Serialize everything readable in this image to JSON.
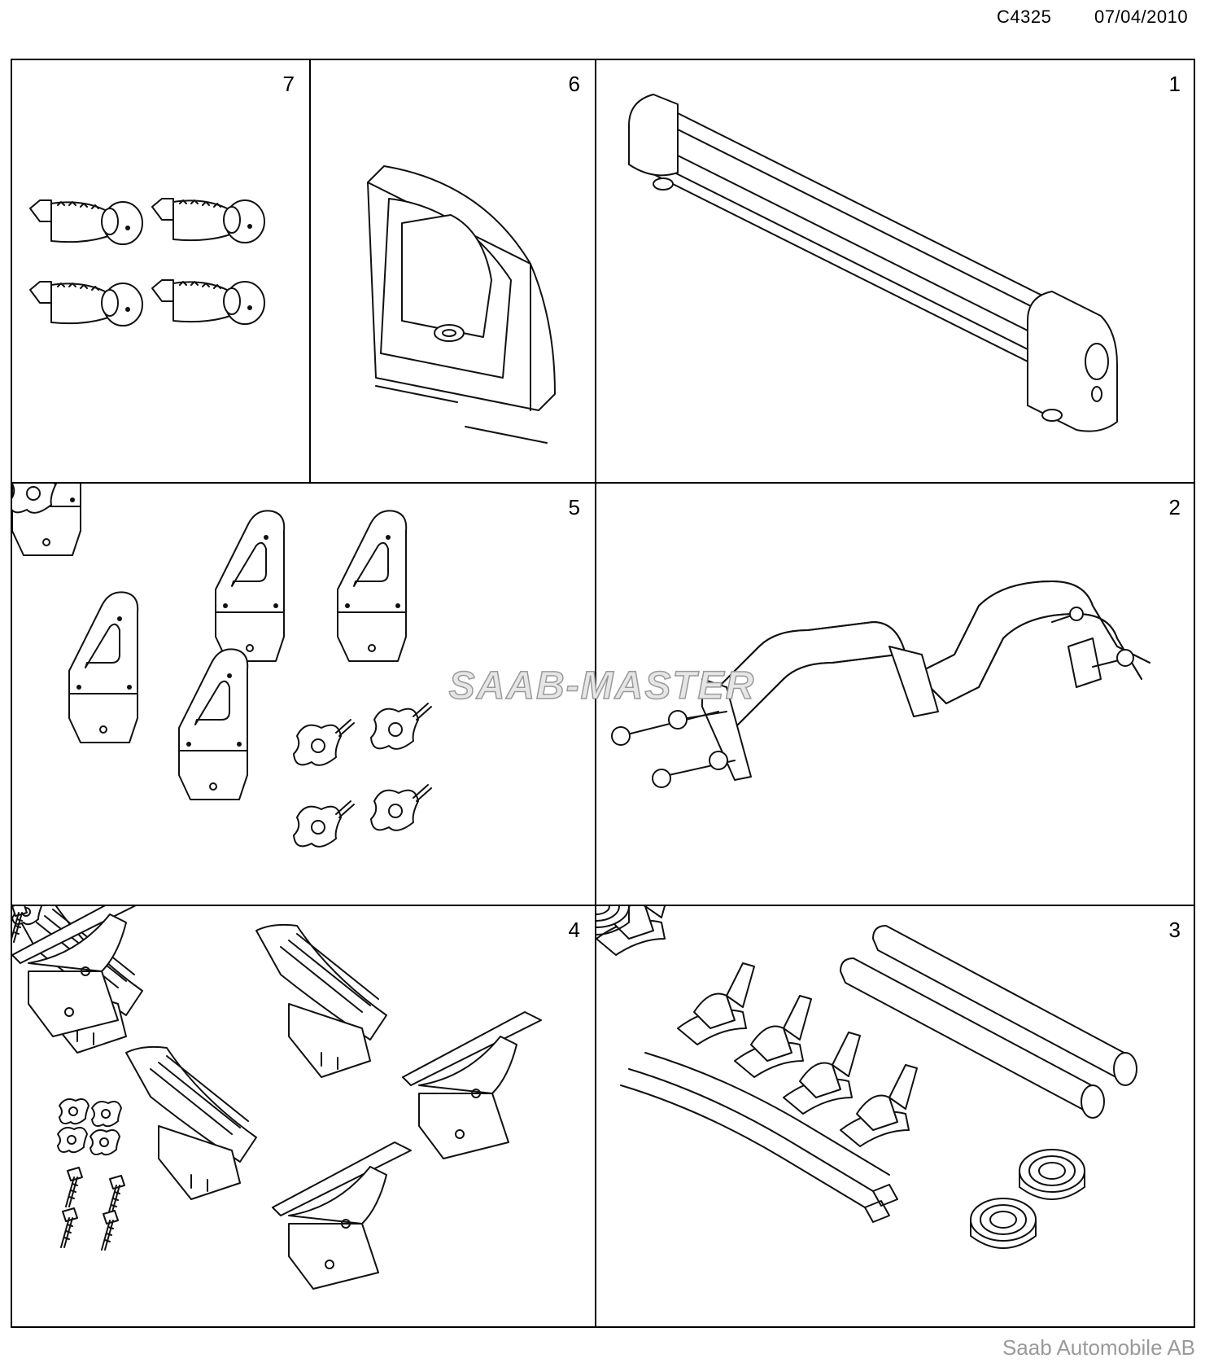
{
  "header": {
    "code": "C4325",
    "date": "07/04/2010"
  },
  "panels": [
    {
      "number": "7",
      "icon": "lock-cylinders-with-keys"
    },
    {
      "number": "6",
      "icon": "end-cap"
    },
    {
      "number": "1",
      "icon": "ski-carrier-rail"
    },
    {
      "number": "5",
      "icon": "mounting-brackets-and-knobs"
    },
    {
      "number": "2",
      "icon": "bike-fork-holder"
    },
    {
      "number": "4",
      "icon": "kayak-cradles"
    },
    {
      "number": "3",
      "icon": "pads-and-straps"
    }
  ],
  "watermark": "SAAB-MASTER",
  "footer": "Saab Automobile AB"
}
